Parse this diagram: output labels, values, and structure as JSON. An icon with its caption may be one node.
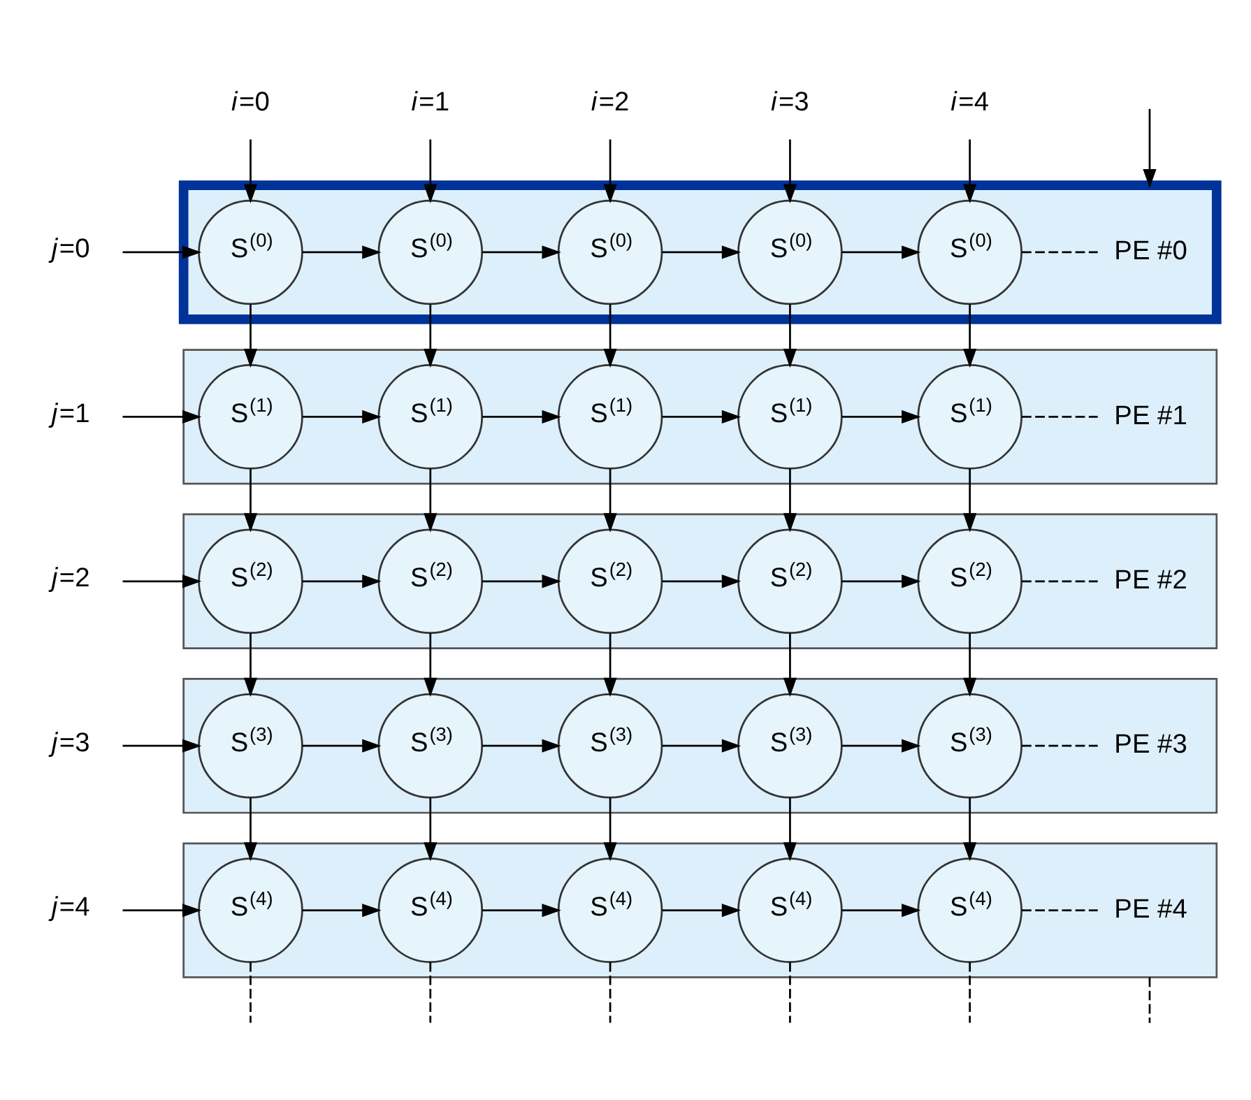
{
  "diagram": {
    "nodes": [
      {
        "text": [
          "*i*=0"
        ]
      },
      {
        "text": [
          "*i*=1"
        ]
      },
      {
        "text": [
          "*i*=2"
        ]
      },
      {
        "text": [
          "*i*=3"
        ]
      },
      {
        "text": [
          "*i*=4"
        ]
      },
      {
        "text": [],
        "shape": "box"
      },
      {
        "text": [
          "*j*=0"
        ]
      },
      {
        "text": [
          "S$^{(0)}$"
        ],
        "in": 5
      },
      {
        "text": [
          "S$^{(0)}$"
        ],
        "in": 5
      },
      {
        "text": [
          "S$^{(0)}$"
        ],
        "in": 5
      },
      {
        "text": [
          "S$^{(0)}$"
        ],
        "in": 5
      },
      {
        "text": [
          "S$^{(0)}$"
        ],
        "in": 5
      },
      {
        "text": [
          "PE #0"
        ],
        "in": 5
      },
      {
        "text": [],
        "shape": "box"
      },
      {
        "text": [
          "*j*=1"
        ]
      },
      {
        "text": [
          "S$^{(1)}$"
        ],
        "in": 13
      },
      {
        "text": [
          "S$^{(1)}$"
        ],
        "in": 13
      },
      {
        "text": [
          "S$^{(1)}$"
        ],
        "in": 13
      },
      {
        "text": [
          "S$^{(1)}$"
        ],
        "in": 13
      },
      {
        "text": [
          "S$^{(1)}$"
        ],
        "in": 13
      },
      {
        "text": [
          "PE #1"
        ],
        "in": 13
      },
      {
        "text": [],
        "shape": "box"
      },
      {
        "text": [
          "*j*=2"
        ]
      },
      {
        "text": [
          "S$^{(2)}$"
        ],
        "in": 21
      },
      {
        "text": [
          "S$^{(2)}$"
        ],
        "in": 21
      },
      {
        "text": [
          "S$^{(2)}$"
        ],
        "in": 21
      },
      {
        "text": [
          "S$^{(2)}$"
        ],
        "in": 21
      },
      {
        "text": [
          "S$^{(2)}$"
        ],
        "in": 21
      },
      {
        "text": [
          "PE #2"
        ],
        "in": 21
      },
      {
        "text": [],
        "shape": "box"
      },
      {
        "text": [
          "*j*=3"
        ]
      },
      {
        "text": [
          "S$^{(3)}$"
        ],
        "in": 29
      },
      {
        "text": [
          "S$^{(3)}$"
        ],
        "in": 29
      },
      {
        "text": [
          "S$^{(3)}$"
        ],
        "in": 29
      },
      {
        "text": [
          "S$^{(3)}$"
        ],
        "in": 29
      },
      {
        "text": [
          "S$^{(3)}$"
        ],
        "in": 29
      },
      {
        "text": [
          "PE #3"
        ],
        "in": 29
      },
      {
        "text": [],
        "shape": "box"
      },
      {
        "text": [
          "*j*=4"
        ]
      },
      {
        "text": [
          "S$^{(4)}$"
        ],
        "in": 37
      },
      {
        "text": [
          "S$^{(4)}$"
        ],
        "in": 37
      },
      {
        "text": [
          "S$^{(4)}$"
        ],
        "in": 37
      },
      {
        "text": [
          "S$^{(4)}$"
        ],
        "in": 37
      },
      {
        "text": [
          "S$^{(4)}$"
        ],
        "in": 37
      },
      {
        "text": [
          "PE #4"
        ],
        "in": 37
      }
    ],
    "edges": [
      {
        "from": null,
        "to": 5,
        "arrow": "to"
      },
      {
        "from": 0,
        "to": 7,
        "arrow": "to"
      },
      {
        "from": 1,
        "to": 8,
        "arrow": "to"
      },
      {
        "from": 2,
        "to": 9,
        "arrow": "to"
      },
      {
        "from": 3,
        "to": 10,
        "arrow": "to"
      },
      {
        "from": 4,
        "to": 11,
        "arrow": "to"
      },
      {
        "from": 6,
        "to": 7,
        "arrow": "to"
      },
      {
        "from": 7,
        "to": 8,
        "arrow": "to"
      },
      {
        "from": 8,
        "to": 9,
        "arrow": "to"
      },
      {
        "from": 9,
        "to": 10,
        "arrow": "to"
      },
      {
        "from": 10,
        "to": 11,
        "arrow": "to"
      },
      {
        "from": 11,
        "to": 12,
        "arrow": "none",
        "style": "dashed"
      },
      {
        "from": 7,
        "to": 15,
        "arrow": "to"
      },
      {
        "from": 8,
        "to": 16,
        "arrow": "to"
      },
      {
        "from": 9,
        "to": 17,
        "arrow": "to"
      },
      {
        "from": 10,
        "to": 18,
        "arrow": "to"
      },
      {
        "from": 11,
        "to": 19,
        "arrow": "to"
      },
      {
        "from": 14,
        "to": 15,
        "arrow": "to"
      },
      {
        "from": 15,
        "to": 16,
        "arrow": "to"
      },
      {
        "from": 16,
        "to": 17,
        "arrow": "to"
      },
      {
        "from": 17,
        "to": 18,
        "arrow": "to"
      },
      {
        "from": 18,
        "to": 19,
        "arrow": "to"
      },
      {
        "from": 19,
        "to": 20,
        "arrow": "none",
        "style": "dashed"
      },
      {
        "from": 15,
        "to": 23,
        "arrow": "to"
      },
      {
        "from": 16,
        "to": 24,
        "arrow": "to"
      },
      {
        "from": 17,
        "to": 25,
        "arrow": "to"
      },
      {
        "from": 18,
        "to": 26,
        "arrow": "to"
      },
      {
        "from": 19,
        "to": 27,
        "arrow": "to"
      },
      {
        "from": 22,
        "to": 23,
        "arrow": "to"
      },
      {
        "from": 23,
        "to": 24,
        "arrow": "to"
      },
      {
        "from": 24,
        "to": 25,
        "arrow": "to"
      },
      {
        "from": 25,
        "to": 26,
        "arrow": "to"
      },
      {
        "from": 26,
        "to": 27,
        "arrow": "to"
      },
      {
        "from": 27,
        "to": 28,
        "arrow": "none",
        "style": "dashed"
      },
      {
        "from": 23,
        "to": 31,
        "arrow": "to"
      },
      {
        "from": 24,
        "to": 32,
        "arrow": "to"
      },
      {
        "from": 25,
        "to": 33,
        "arrow": "to"
      },
      {
        "from": 26,
        "to": 34,
        "arrow": "to"
      },
      {
        "from": 27,
        "to": 35,
        "arrow": "to"
      },
      {
        "from": 30,
        "to": 31,
        "arrow": "to"
      },
      {
        "from": 31,
        "to": 32,
        "arrow": "to"
      },
      {
        "from": 32,
        "to": 33,
        "arrow": "to"
      },
      {
        "from": 33,
        "to": 34,
        "arrow": "to"
      },
      {
        "from": 34,
        "to": 35,
        "arrow": "to"
      },
      {
        "from": 35,
        "to": 36,
        "arrow": "none",
        "style": "dashed"
      },
      {
        "from": 31,
        "to": 39,
        "arrow": "to"
      },
      {
        "from": 32,
        "to": 40,
        "arrow": "to"
      },
      {
        "from": 33,
        "to": 41,
        "arrow": "to"
      },
      {
        "from": 34,
        "to": 42,
        "arrow": "to"
      },
      {
        "from": 35,
        "to": 43,
        "arrow": "to"
      },
      {
        "from": 38,
        "to": 39,
        "arrow": "to"
      },
      {
        "from": 39,
        "to": 40,
        "arrow": "to"
      },
      {
        "from": 40,
        "to": 41,
        "arrow": "to"
      },
      {
        "from": 41,
        "to": 42,
        "arrow": "to"
      },
      {
        "from": 42,
        "to": 43,
        "arrow": "to"
      },
      {
        "from": 43,
        "to": 44,
        "arrow": "none",
        "style": "dashed"
      },
      {
        "from": 39,
        "to": null,
        "arrow": "none",
        "style": "dashed"
      },
      {
        "from": 40,
        "to": null,
        "arrow": "none",
        "style": "dashed"
      },
      {
        "from": 41,
        "to": null,
        "arrow": "none",
        "style": "dashed"
      },
      {
        "from": 42,
        "to": null,
        "arrow": "none",
        "style": "dashed"
      },
      {
        "from": 43,
        "to": null,
        "arrow": "none",
        "style": "dashed"
      },
      {
        "from": 37,
        "to": null,
        "arrow": "none",
        "style": "dashed"
      }
    ]
  }
}
